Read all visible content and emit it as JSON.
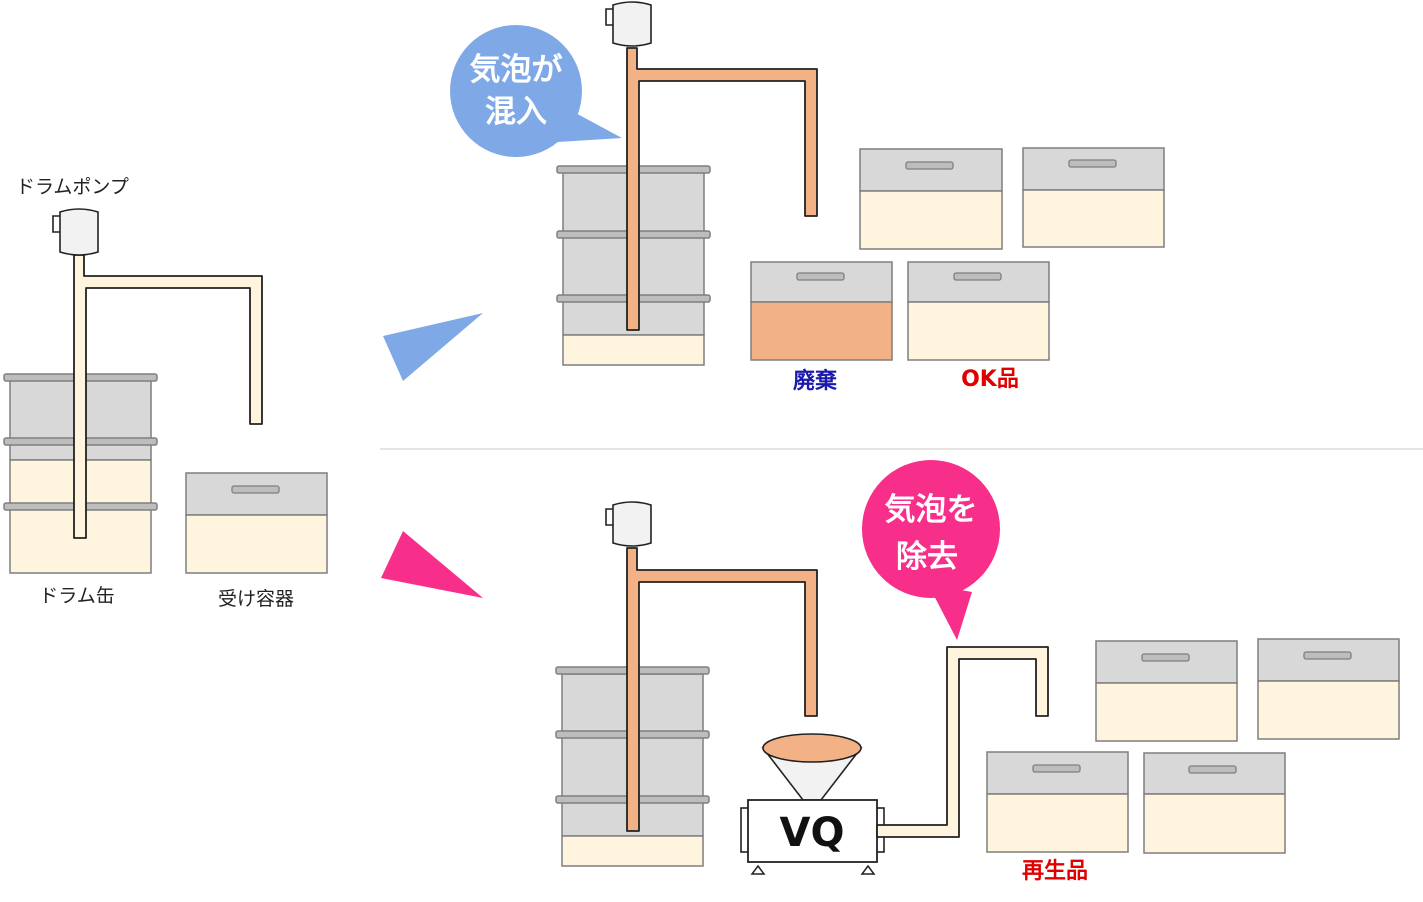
{
  "labels": {
    "drum_pump": "ドラムポンプ",
    "drum_can": "ドラム缶",
    "receiving_container": "受け容器",
    "waste": "廃棄",
    "ok_product": "OK品",
    "recycled_product": "再生品",
    "vq": "VQ"
  },
  "bubbles": {
    "top": {
      "line1": "気泡が",
      "line2": "混入"
    },
    "bottom": {
      "line1": "気泡を",
      "line2": "除去"
    }
  },
  "colors": {
    "liquid_clean": "#FFF4DE",
    "liquid_bubbled": "#F3B285",
    "drum_grey": "#D8D8D8",
    "outline": "#7F7F7F",
    "blue_accent": "#7FA9E6",
    "pink_accent": "#F72E8A",
    "waste_label": "#1A1AAD",
    "ok_label": "#E00000"
  }
}
